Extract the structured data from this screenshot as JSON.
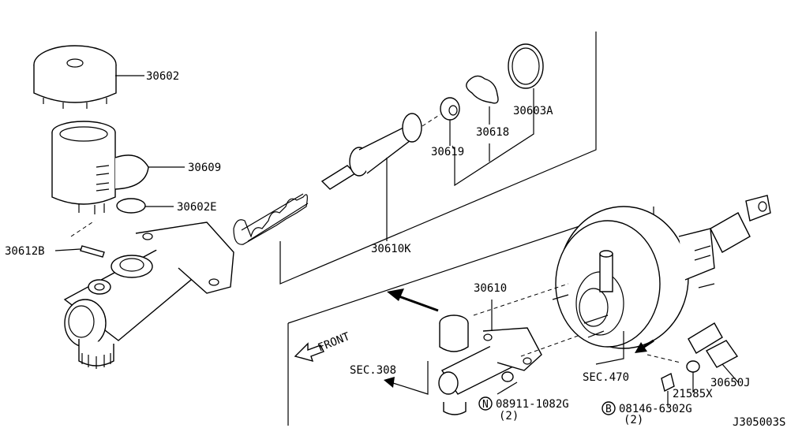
{
  "diagram": {
    "labels": {
      "p30602": "30602",
      "p30609": "30609",
      "p30602E": "30602E",
      "p30612B": "30612B",
      "p30610K": "30610K",
      "p30619": "30619",
      "p30618": "30618",
      "p30603A": "30603A",
      "p30610": "30610",
      "front": "FRONT",
      "sec308": "SEC.308",
      "sec470": "SEC.470",
      "p21585X": "21585X",
      "p30650J": "30650J",
      "nut_symbol": "N",
      "nut_part": "08911-1082G",
      "nut_qty": "(2)",
      "bolt_symbol": "B",
      "bolt_part": "08146-6302G",
      "bolt_qty": "(2)",
      "drawing_code": "J305003S"
    }
  }
}
